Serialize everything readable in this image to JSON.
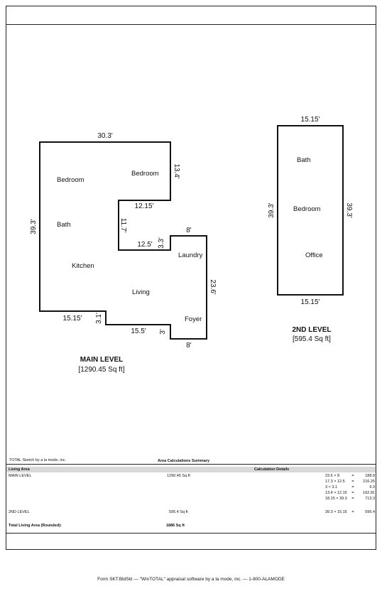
{
  "main_level": {
    "title": "MAIN LEVEL",
    "area": "[1290.45 Sq ft]",
    "dims": {
      "top": "30.3'",
      "right_upper": "13.4'",
      "notch_bottom": "12.15'",
      "notch_side": "11.7'",
      "step_bottom": "12.5'",
      "step_side": "3.3'",
      "laundry_top": "8'",
      "right_long": "23.6'",
      "bottom_right": "8'",
      "bottom_mid": "15.5'",
      "bottom_mid_side": "3'",
      "bottom_left": "15.15'",
      "bottom_left_side": "3.1'",
      "left": "39.3'"
    },
    "rooms": {
      "bedroom_left": "Bedroom",
      "bedroom_right": "Bedroom",
      "bath": "Bath",
      "kitchen": "Kitchen",
      "living": "Living",
      "laundry": "Laundry",
      "foyer": "Foyer"
    }
  },
  "second_level": {
    "title": "2ND LEVEL",
    "area": "[595.4 Sq ft]",
    "dims": {
      "top": "15.15'",
      "bottom": "15.15'",
      "left": "39.3'",
      "right": "39.3'"
    },
    "rooms": {
      "bath": "Bath",
      "bedroom": "Bedroom",
      "office": "Office"
    }
  },
  "summary": {
    "sketch_credit": "TOTAL Sketch by a la mode, inc.",
    "title": "Area Calculations Summary",
    "col_living_area": "Living Area",
    "col_calc_details": "Calculation Details",
    "rows": [
      {
        "name": "MAIN LEVEL",
        "area": "1290.45 Sq ft"
      },
      {
        "name": "2ND LEVEL",
        "area": "595.4 Sq ft"
      }
    ],
    "main_calcs": [
      {
        "expr": "23.6 × 8",
        "eq": "=",
        "val": "188.8"
      },
      {
        "expr": "17.3 × 12.5",
        "eq": "=",
        "val": "216.25"
      },
      {
        "expr": "3 × 3.1",
        "eq": "=",
        "val": "9.3"
      },
      {
        "expr": "13.4 × 12.15",
        "eq": "=",
        "val": "162.81"
      },
      {
        "expr": "18.15 × 39.3",
        "eq": "=",
        "val": "713.3"
      }
    ],
    "second_calcs": [
      {
        "expr": "39.3 × 15.15",
        "eq": "=",
        "val": "595.4"
      }
    ],
    "total_label": "Total Living Area (Rounded):",
    "total_value": "1886 Sq ft"
  },
  "footer": "Form SKT.BldSkI — \"WinTOTAL\" appraisal software by a la mode, inc. — 1-800-ALAMODE"
}
